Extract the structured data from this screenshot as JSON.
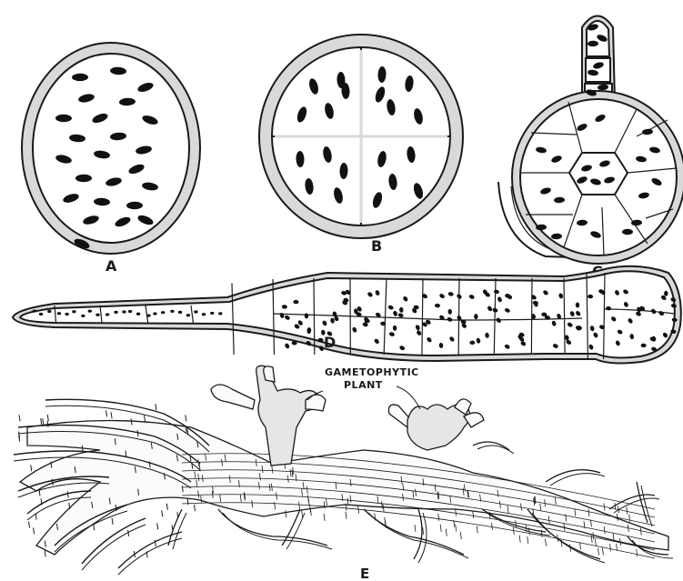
{
  "figure": {
    "labels": {
      "a": "A",
      "b": "B",
      "c": "C",
      "d": "D",
      "e": "E"
    },
    "annotation": {
      "line1": "GAMETOPHYTIC",
      "line2": "PLANT"
    }
  }
}
